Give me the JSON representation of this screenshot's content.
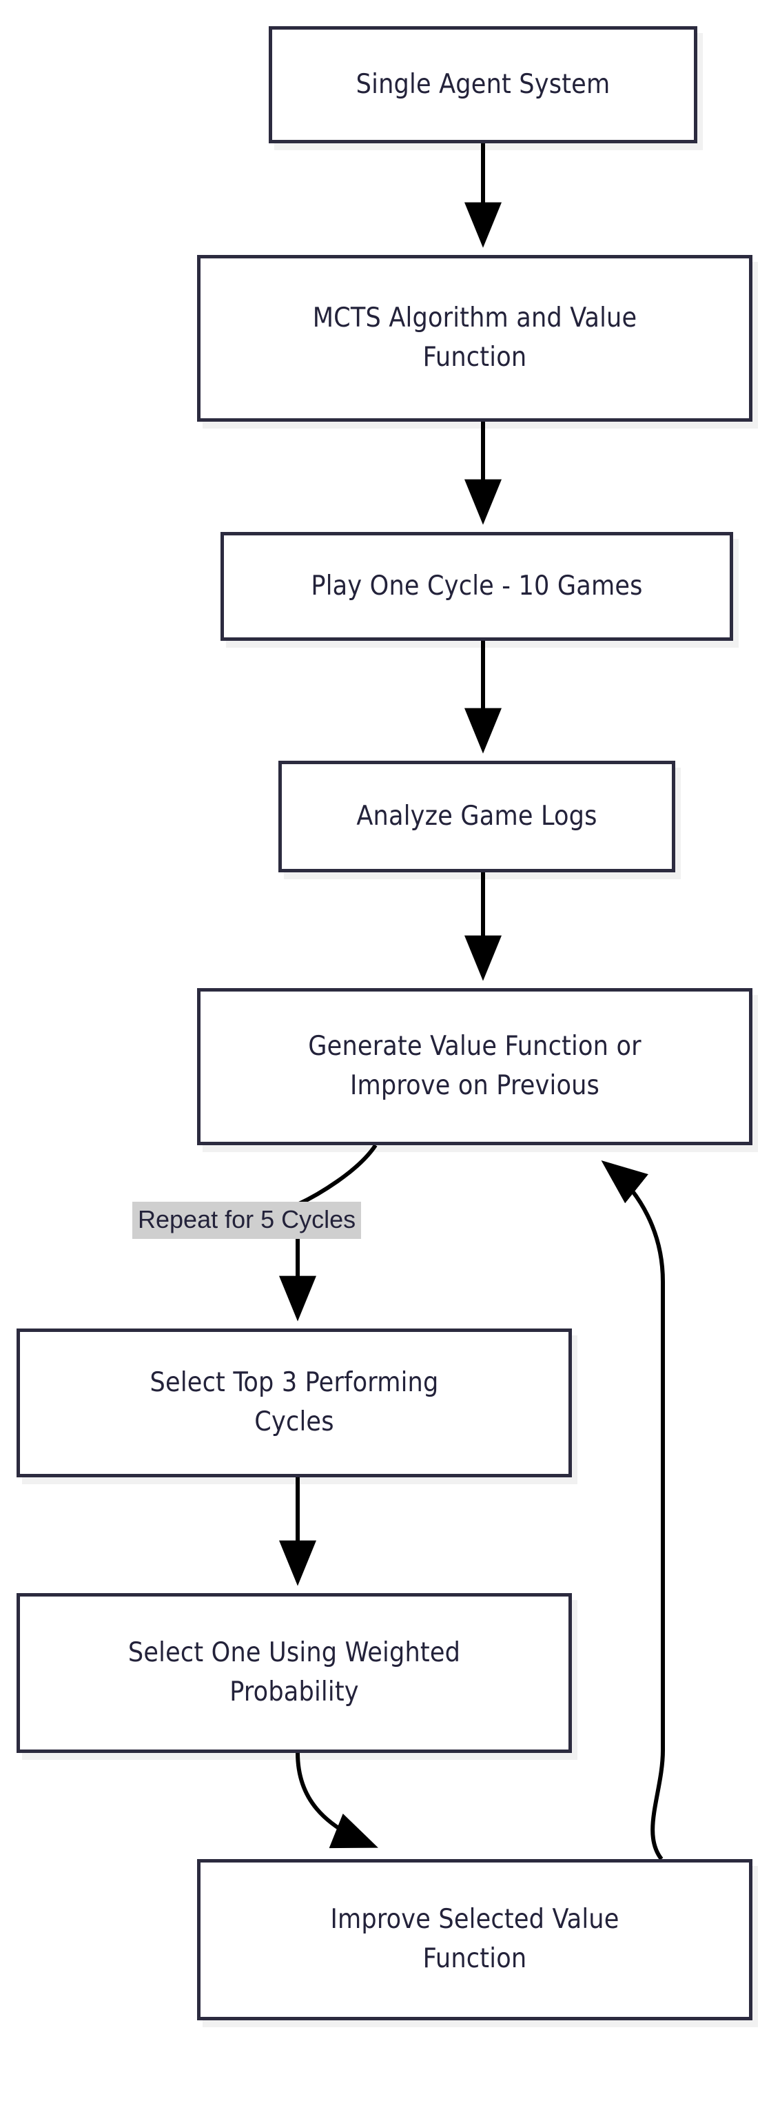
{
  "diagram": {
    "type": "flowchart",
    "orientation": "top-to-bottom",
    "colors": {
      "node_border": "#2c2b3f",
      "node_fill": "#ffffff",
      "node_text": "#23223a",
      "edge_stroke": "#000000",
      "edge_label_background": "#cfcfcf",
      "page_background": "#ffffff",
      "node_shadow": "#eeeeee"
    },
    "nodes": [
      {
        "id": "single_agent",
        "label": "Single Agent System"
      },
      {
        "id": "mcts",
        "label": "MCTS Algorithm and Value\nFunction"
      },
      {
        "id": "play_cycle",
        "label": "Play One Cycle - 10 Games"
      },
      {
        "id": "analyze_logs",
        "label": "Analyze Game Logs"
      },
      {
        "id": "generate_vf",
        "label": "Generate Value Function or\nImprove on Previous"
      },
      {
        "id": "select_top3",
        "label": "Select Top 3 Performing\nCycles"
      },
      {
        "id": "select_weighted",
        "label": "Select One Using Weighted\nProbability"
      },
      {
        "id": "improve_selected",
        "label": "Improve Selected Value\nFunction"
      }
    ],
    "edges": [
      {
        "from": "single_agent",
        "to": "mcts",
        "label": ""
      },
      {
        "from": "mcts",
        "to": "play_cycle",
        "label": ""
      },
      {
        "from": "play_cycle",
        "to": "analyze_logs",
        "label": ""
      },
      {
        "from": "analyze_logs",
        "to": "generate_vf",
        "label": ""
      },
      {
        "from": "generate_vf",
        "to": "select_top3",
        "label": "Repeat for 5 Cycles"
      },
      {
        "from": "select_top3",
        "to": "select_weighted",
        "label": ""
      },
      {
        "from": "select_weighted",
        "to": "improve_selected",
        "label": ""
      },
      {
        "from": "improve_selected",
        "to": "generate_vf",
        "label": ""
      }
    ],
    "edge_labels": {
      "repeat_cycles": "Repeat for 5 Cycles"
    }
  }
}
